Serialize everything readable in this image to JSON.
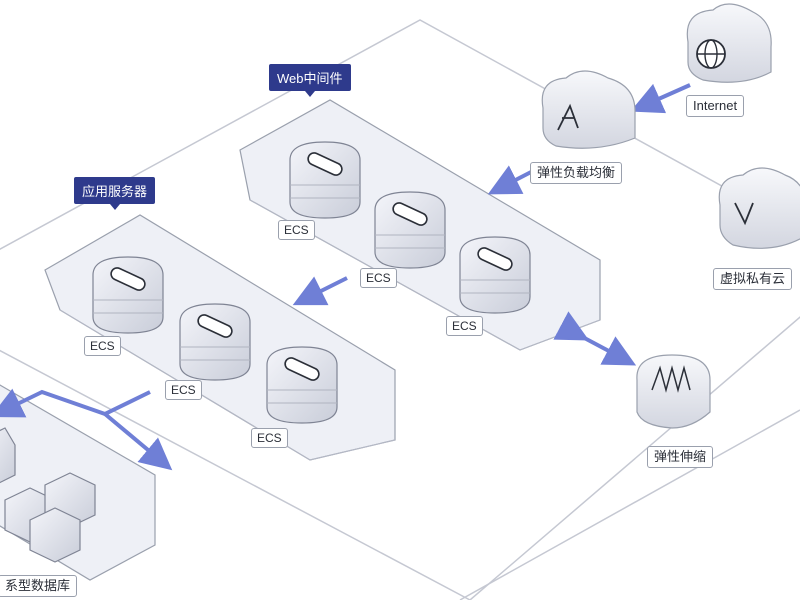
{
  "groups": {
    "web_middleware": "Web中间件",
    "app_server": "应用服务器"
  },
  "nodes": {
    "internet": "Internet",
    "load_balancer": "弹性负载均衡",
    "vpc": "虚拟私有云",
    "auto_scaling": "弹性伸缩",
    "database": "系型数据库"
  },
  "ecs_label": "ECS",
  "colors": {
    "accent": "#6f7fd6",
    "tag": "#2e3a8c",
    "outline": "#9aa0ad",
    "platform": "#eef0f6"
  }
}
